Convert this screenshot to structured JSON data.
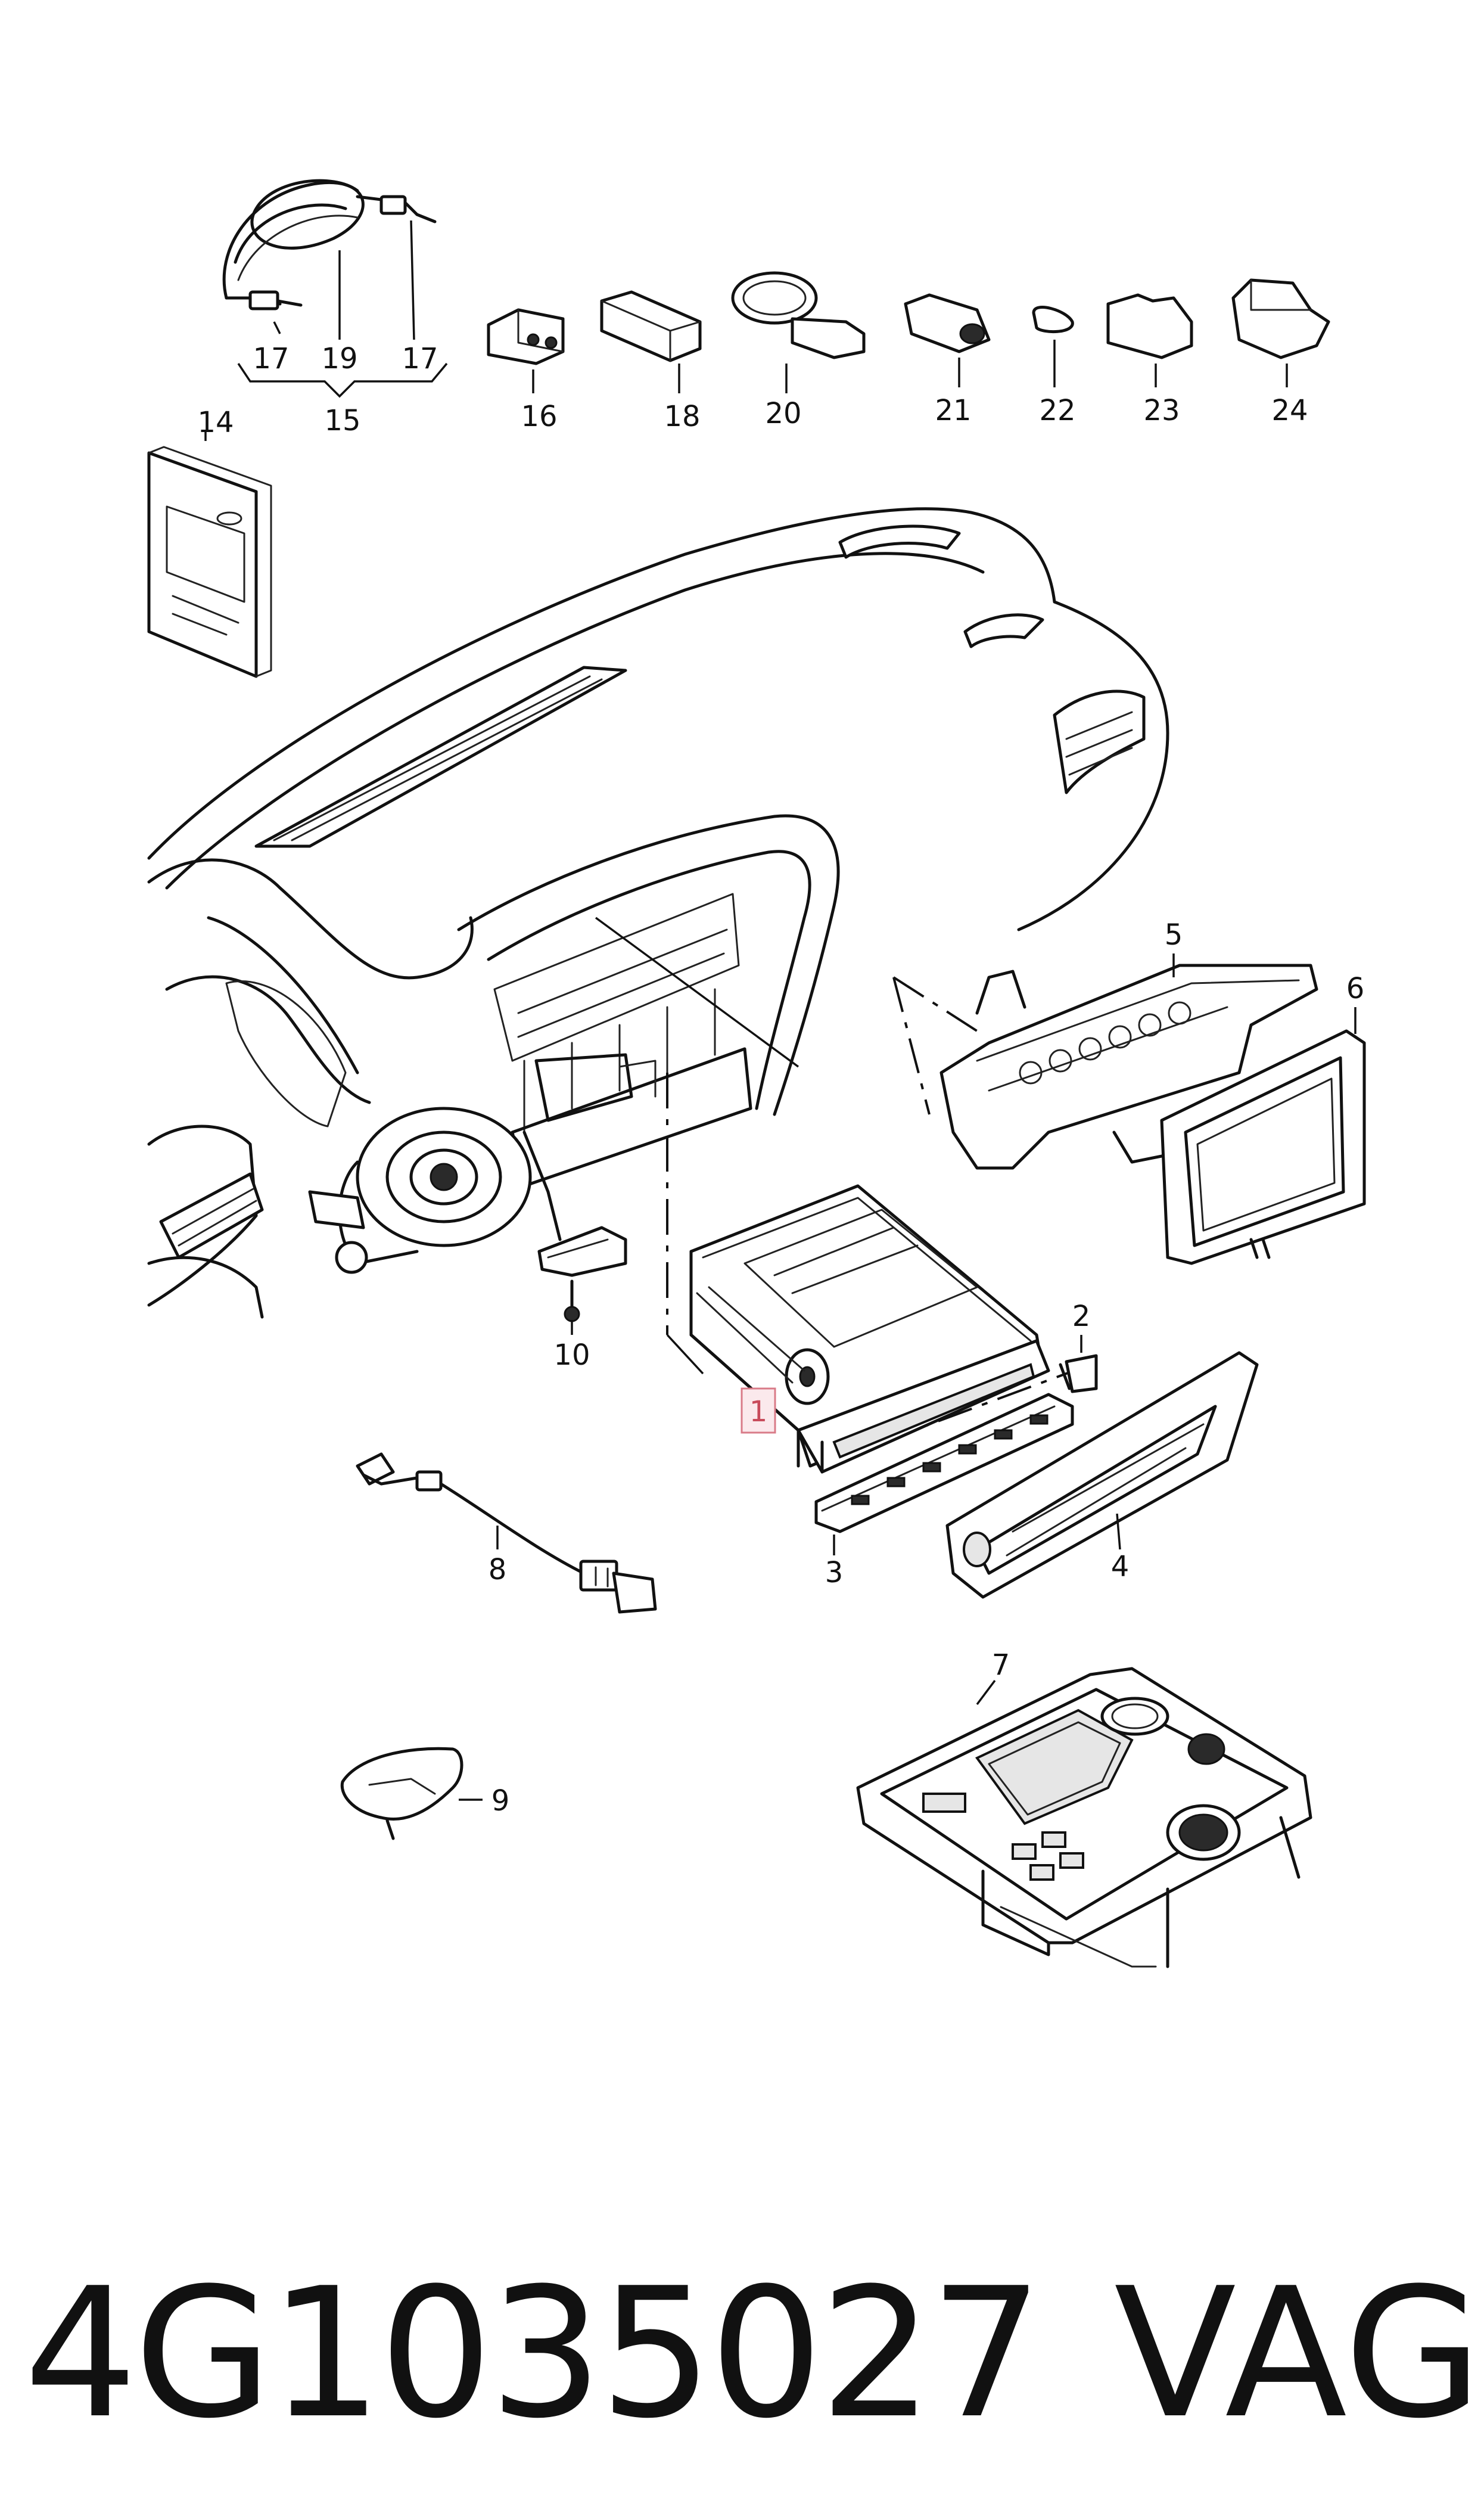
{
  "part_number": "4G1035027",
  "brand": "VAG",
  "callouts": {
    "c1": "1",
    "c2": "2",
    "c3": "3",
    "c4": "4",
    "c5": "5",
    "c6": "6",
    "c7": "7",
    "c8": "8",
    "c9": "9",
    "c10": "10",
    "c14": "14",
    "c15": "15",
    "c16": "16",
    "c17a": "17",
    "c17b": "17",
    "c18": "18",
    "c19": "19",
    "c20": "20",
    "c21": "21",
    "c22": "22",
    "c23": "23",
    "c24": "24"
  },
  "highlighted_callout": "1",
  "colors": {
    "line": "#111111",
    "highlight": "#c84b5b",
    "highlight_fill": "#fbe9ec"
  }
}
